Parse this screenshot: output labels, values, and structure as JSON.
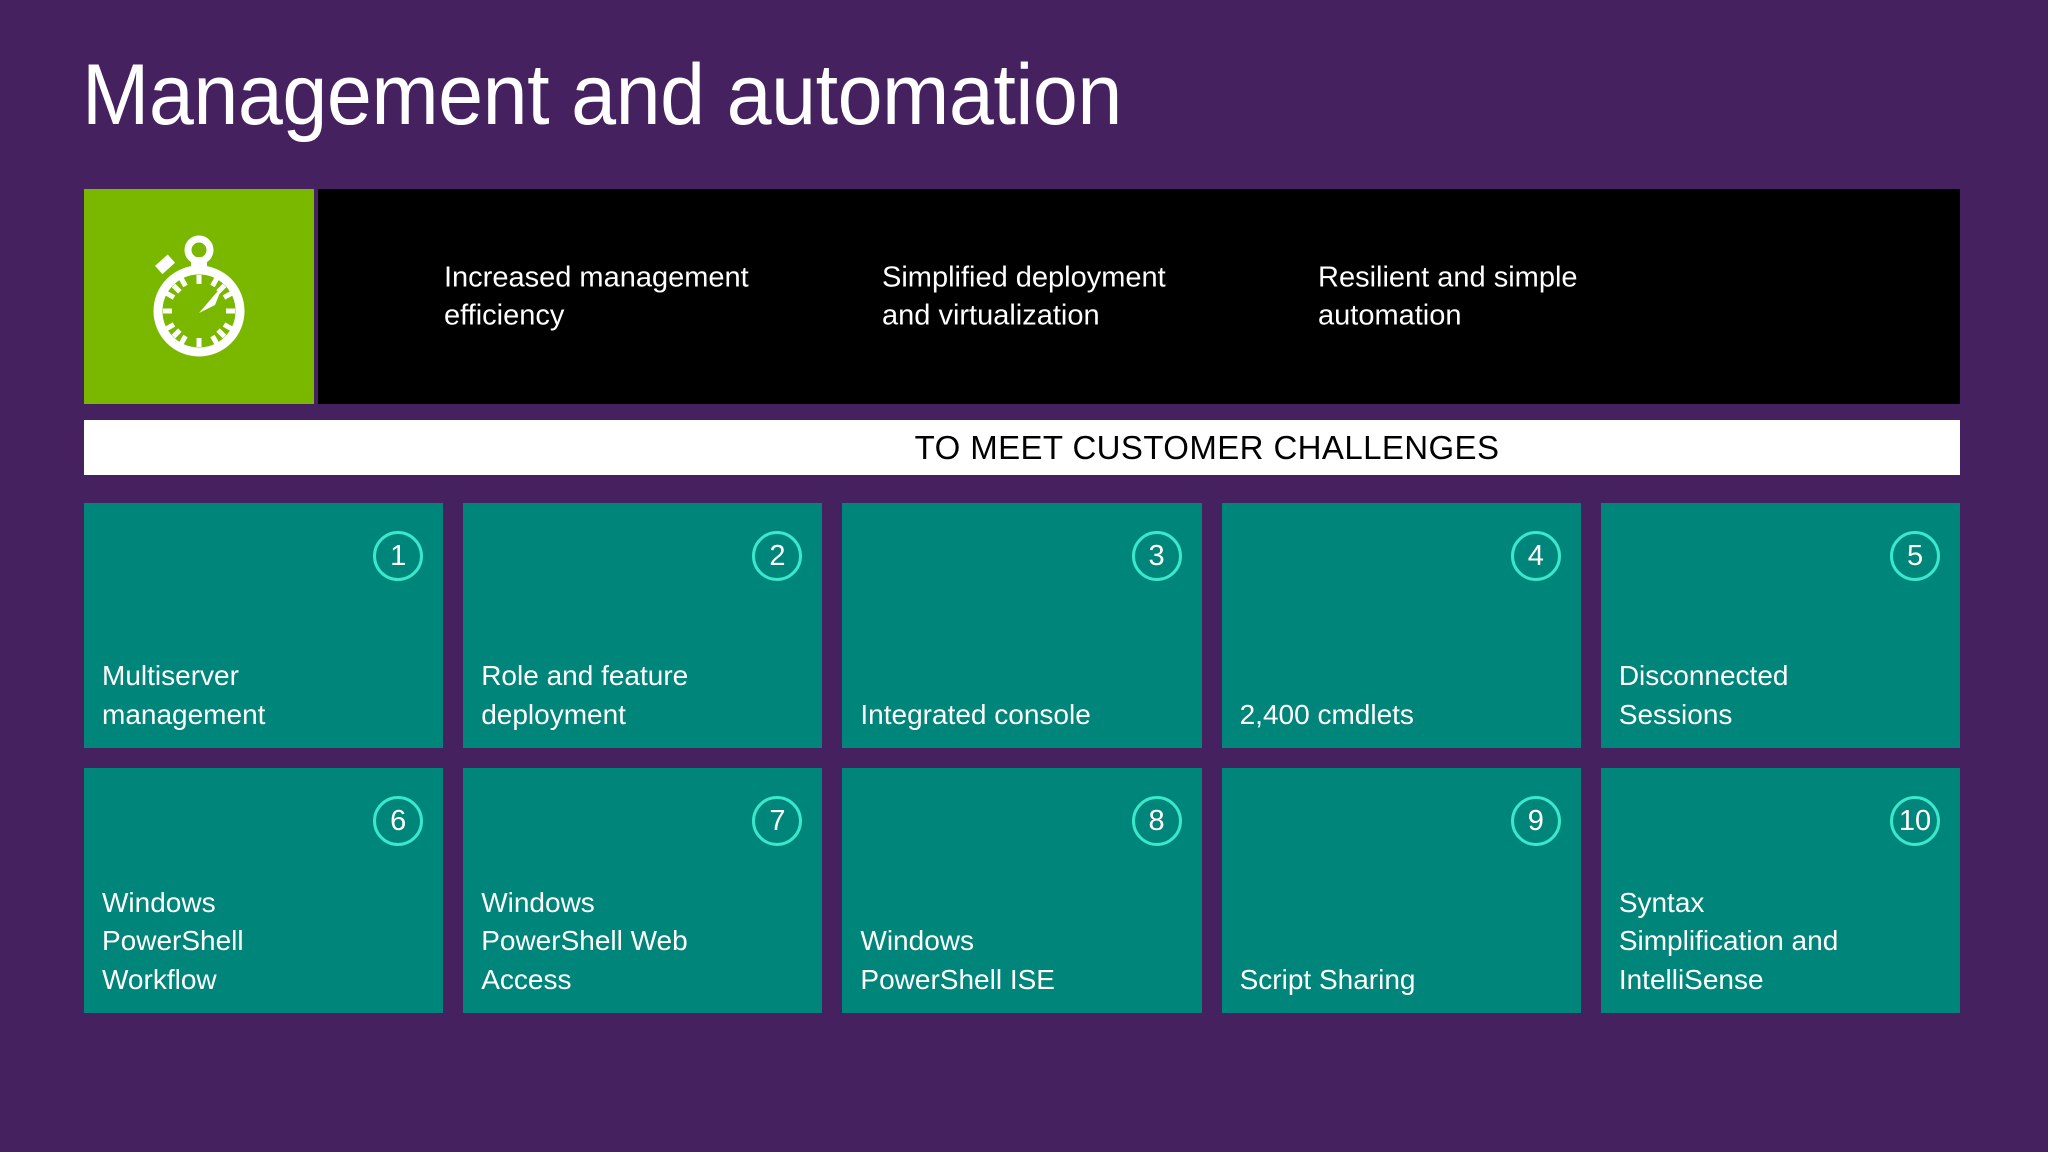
{
  "slide": {
    "title": "Management and automation",
    "background_color": "#46215f"
  },
  "header": {
    "icon": "stopwatch-icon",
    "icon_tile_color": "#7ab800",
    "bar_color": "#000000",
    "benefits": [
      {
        "text": "Increased management\nefficiency"
      },
      {
        "text": "Simplified deployment\nand virtualization"
      },
      {
        "text": "Resilient and simple\nautomation"
      }
    ]
  },
  "banner": {
    "text": "TO MEET CUSTOMER CHALLENGES",
    "background_color": "#ffffff",
    "text_color": "#000000"
  },
  "grid": {
    "tile_color": "#00857a",
    "badge_color": "#3ae8cc",
    "rows": [
      [
        {
          "number": "1",
          "label": "Multiserver\nmanagement"
        },
        {
          "number": "2",
          "label": "Role and feature\ndeployment"
        },
        {
          "number": "3",
          "label": "Integrated console"
        },
        {
          "number": "4",
          "label": "2,400 cmdlets"
        },
        {
          "number": "5",
          "label": "Disconnected\nSessions"
        }
      ],
      [
        {
          "number": "6",
          "label": "Windows\nPowerShell\nWorkflow"
        },
        {
          "number": "7",
          "label": "Windows\nPowerShell Web\nAccess"
        },
        {
          "number": "8",
          "label": "Windows\nPowerShell ISE"
        },
        {
          "number": "9",
          "label": "Script Sharing"
        },
        {
          "number": "10",
          "label": "Syntax\nSimplification and\nIntelliSense"
        }
      ]
    ]
  }
}
